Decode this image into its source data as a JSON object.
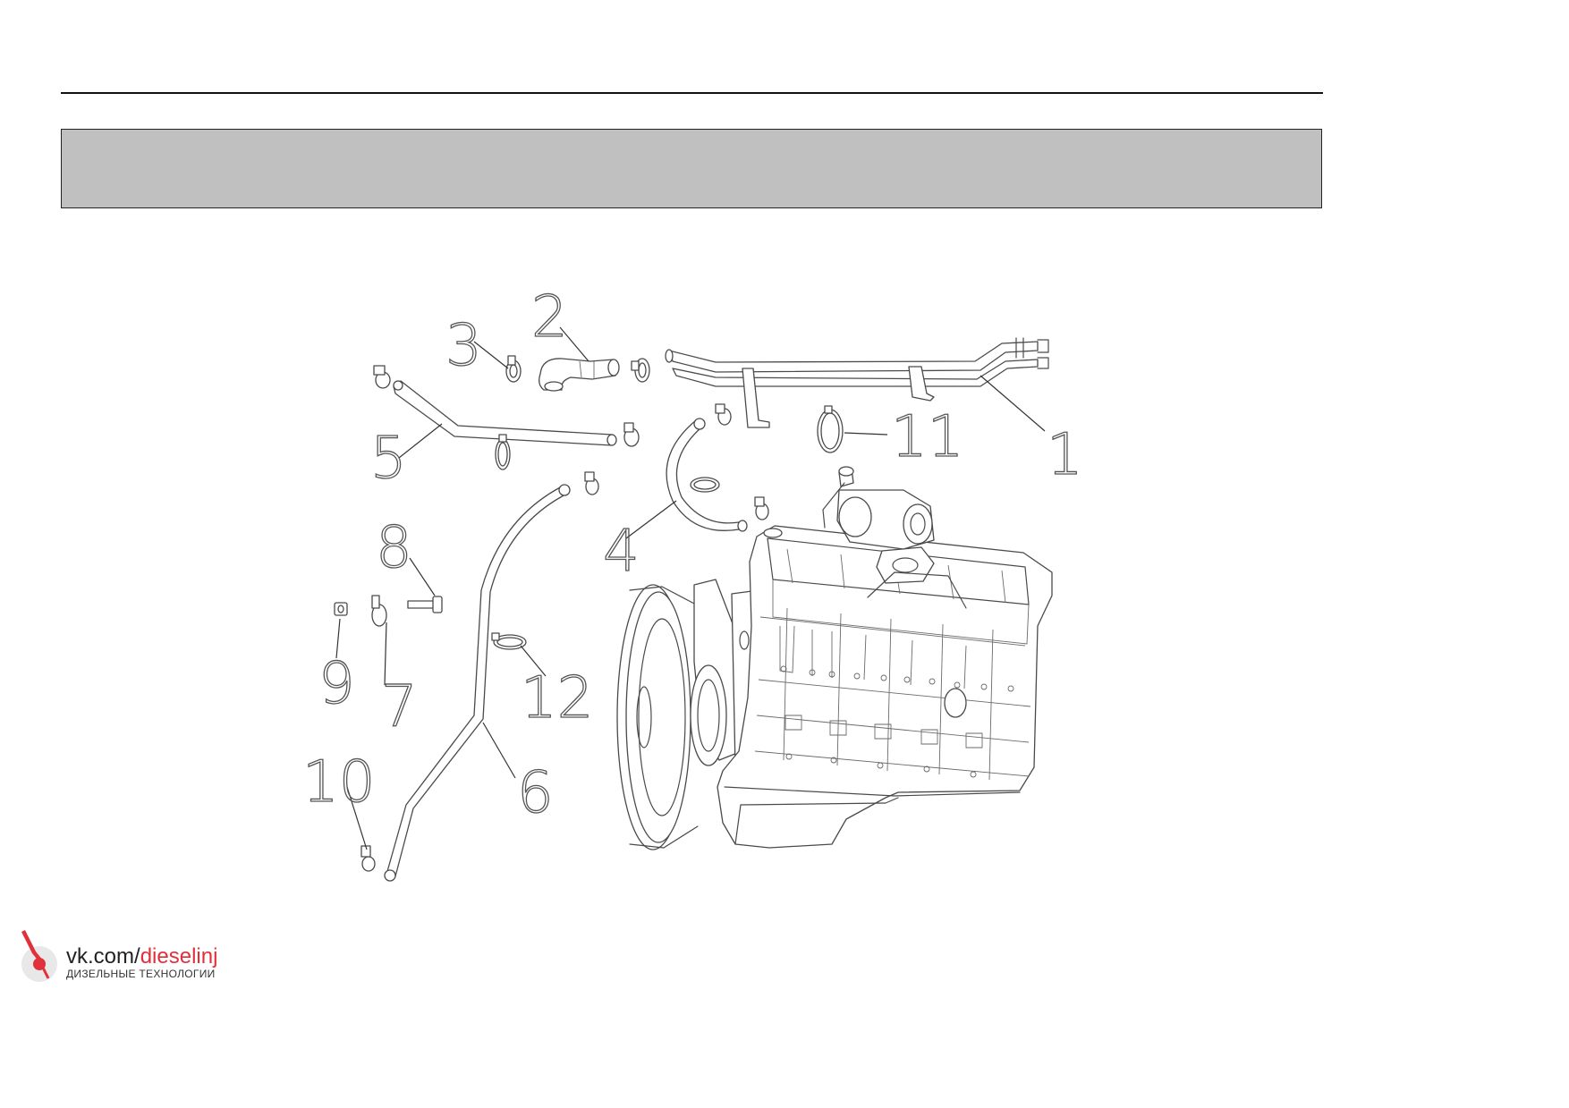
{
  "diagram": {
    "callouts": [
      {
        "id": "1",
        "label": "1"
      },
      {
        "id": "2",
        "label": "2"
      },
      {
        "id": "3",
        "label": "3"
      },
      {
        "id": "4",
        "label": "4"
      },
      {
        "id": "5",
        "label": "5"
      },
      {
        "id": "6",
        "label": "6"
      },
      {
        "id": "7",
        "label": "7"
      },
      {
        "id": "8",
        "label": "8"
      },
      {
        "id": "9",
        "label": "9"
      },
      {
        "id": "10",
        "label": "10"
      },
      {
        "id": "11",
        "label": "11"
      },
      {
        "id": "12",
        "label": "12"
      }
    ]
  },
  "brand": {
    "prefix": "vk.com/",
    "name": "dieselinj",
    "subtitle": "ДИЗЕЛЬНЫЕ ТЕХНОЛОГИИ",
    "colors": {
      "accent": "#e0303a",
      "text": "#222222"
    },
    "icon": "fuel-injector-logo"
  },
  "colors": {
    "title_band": "#c0c0c0",
    "rule": "#111111",
    "line_art": "#4a4a4a"
  }
}
